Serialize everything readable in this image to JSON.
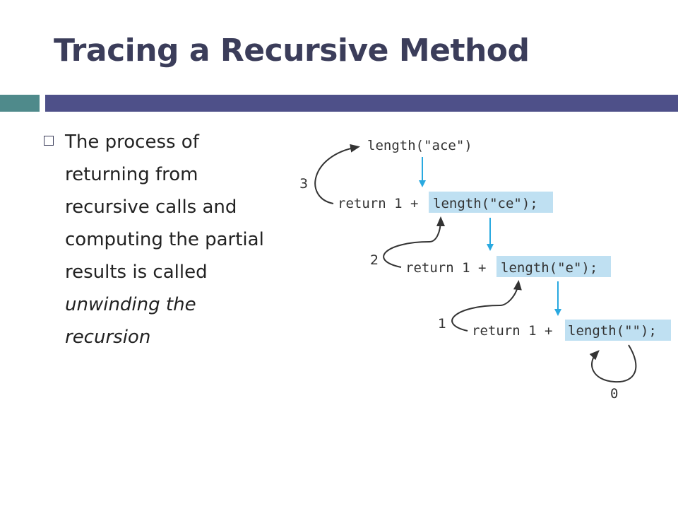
{
  "slide": {
    "title": "Tracing a Recursive Method",
    "bullet": {
      "text_lines": [
        "The process of",
        "returning from",
        "recursive calls and",
        "computing the partial",
        "results is called"
      ],
      "emphasis_lines": [
        "unwinding the",
        "recursion"
      ]
    }
  },
  "diagram": {
    "top_call": "length(\"ace\")",
    "rows": [
      {
        "prefix": "return 1 + ",
        "call": "length(\"ce\");",
        "unwind_value": "3"
      },
      {
        "prefix": "return 1 + ",
        "call": "length(\"e\");",
        "unwind_value": "2"
      },
      {
        "prefix": "return 1 + ",
        "call": "length(\"\");",
        "unwind_value": "1"
      }
    ],
    "base_value": "0",
    "colors": {
      "highlight": "#bfe0f2",
      "down_arrow": "#29a9e0",
      "return_arrow": "#333333"
    }
  }
}
